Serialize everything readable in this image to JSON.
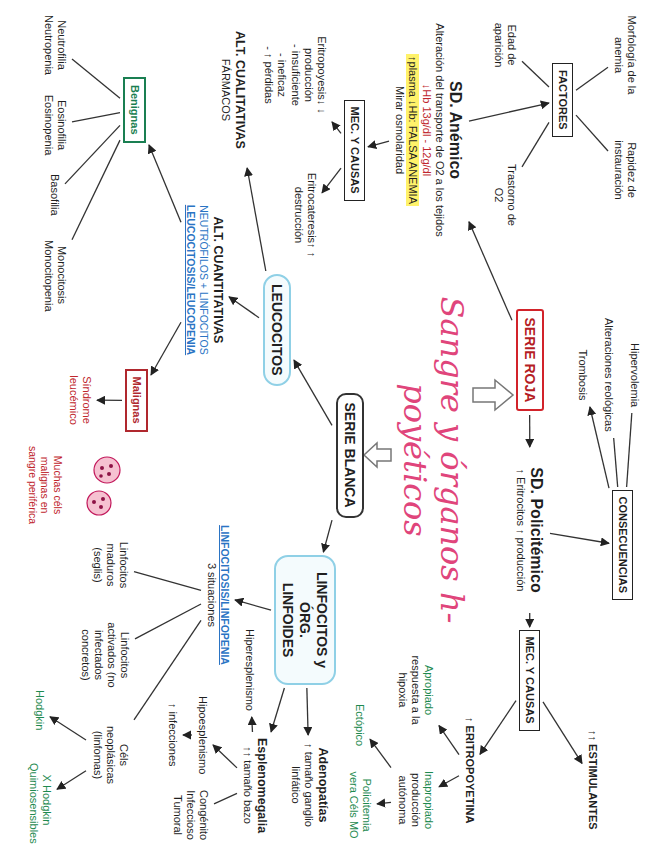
{
  "diagram": {
    "title": "Sangre y órganos h-poyéticos",
    "nodes": [
      {
        "text": [
          "SERIE ROJA"
        ]
      },
      {
        "text": [
          "SD. Anémico",
          "Alteración del transporte de O2 a los tejidos",
          "↓Hb 13g/dl - 12g/dl",
          "↑plasma ↓Hb: FALSA ANEMIA",
          "Mirar osmolaridad"
        ]
      },
      {
        "text": [
          "FACTORES"
        ]
      },
      {
        "text": [
          "Morfología de la anemia"
        ]
      },
      {
        "text": [
          "Rapidez de instauración"
        ]
      },
      {
        "text": [
          "Edad de aparición"
        ]
      },
      {
        "text": [
          "Trastorno de O2"
        ]
      },
      {
        "text": [
          "MEC. Y CAUSAS"
        ]
      },
      {
        "text": [
          "Eritropoyesis↓ ↓ producción",
          "- insuficiente",
          "- ineficaz",
          "- ↑ pérdidas"
        ]
      },
      {
        "text": [
          "Eritrocateresis↑ ↑ destrucción"
        ]
      },
      {
        "text": [
          "SD. Policitémico",
          "↑ Eritrocitos ↑ producción"
        ]
      },
      {
        "text": [
          "CONSECUENCIAS"
        ]
      },
      {
        "text": [
          "Hipervolemia"
        ]
      },
      {
        "text": [
          "Alteraciones reológicas"
        ]
      },
      {
        "text": [
          "Trombosis"
        ]
      },
      {
        "text": [
          "MEC. Y CAUSAS"
        ]
      },
      {
        "text": [
          "↑↑ ESTIMULANTES"
        ]
      },
      {
        "text": [
          "↑ ERITROPOYETINA"
        ]
      },
      {
        "text": [
          "Apropiado",
          "respuesta a la hipoxia"
        ]
      },
      {
        "text": [
          "Inapropiado",
          "producción autónoma"
        ]
      },
      {
        "text": [
          "Ectópico"
        ]
      },
      {
        "text": [
          "Policitemia vera Céls MO"
        ]
      },
      {
        "text": [
          "SERIE BLANCA"
        ]
      },
      {
        "text": [
          "LEUCOCITOS"
        ]
      },
      {
        "text": [
          "ALT. CUALITATIVAS",
          "FÁRMACOS"
        ]
      },
      {
        "text": [
          "ALT. CUANTITATIVAS",
          "NEUTRÓFILOS + LINFOCITOS",
          "LEUCOCITOSIS/LEUCOPENIA"
        ]
      },
      {
        "text": [
          "Benignas"
        ]
      },
      {
        "text": [
          "Neutrofilia Neutropenia"
        ]
      },
      {
        "text": [
          "Eosinofilia Eosinopenia"
        ]
      },
      {
        "text": [
          "Basofilia"
        ]
      },
      {
        "text": [
          "Monocitosis Monocitopenia"
        ]
      },
      {
        "text": [
          "Malignas"
        ]
      },
      {
        "text": [
          "Síndrome leucémico"
        ]
      },
      {
        "text": [
          "LINFOCITOS y ÓRG. LINFOIDES"
        ]
      },
      {
        "text": [
          "Adenopatías",
          "↑ tamaño ganglio linfático"
        ]
      },
      {
        "text": [
          "Esplenomegalia",
          "↑↑ tamaño bazo"
        ]
      },
      {
        "text": [
          "Hiperesplenismo"
        ]
      },
      {
        "text": [
          "Hipoesplenismo"
        ]
      },
      {
        "text": [
          "↑ infecciones"
        ]
      },
      {
        "text": [
          "Congénito",
          "Infeccioso",
          "Tumoral"
        ]
      },
      {
        "text": [
          "LINFOCITOSIS/LINFOPENIA",
          "3 situaciones"
        ]
      },
      {
        "text": [
          "Linfocitos maduros (seglis)"
        ]
      },
      {
        "text": [
          "Linfocitos activados (no infectados concretos)"
        ]
      },
      {
        "text": [
          "Céls neoplásicas (linfomas)"
        ]
      },
      {
        "text": [
          "Hodgkin"
        ]
      },
      {
        "text": [
          "X Hodgkin Quimiosensibles"
        ]
      }
    ],
    "edges": [
      {
        "from": 0,
        "to": 1,
        "arrow": "to"
      },
      {
        "from": 0,
        "to": 10,
        "arrow": "to"
      },
      {
        "from": 1,
        "to": 2,
        "arrow": "to"
      },
      {
        "from": 2,
        "to": 3,
        "arrow": "none"
      },
      {
        "from": 2,
        "to": 4,
        "arrow": "none"
      },
      {
        "from": 2,
        "to": 5,
        "arrow": "none"
      },
      {
        "from": 2,
        "to": 6,
        "arrow": "none"
      },
      {
        "from": 1,
        "to": 7,
        "arrow": "to"
      },
      {
        "from": 7,
        "to": 8,
        "arrow": "to"
      },
      {
        "from": 7,
        "to": 9,
        "arrow": "to"
      },
      {
        "from": 10,
        "to": 11,
        "arrow": "to"
      },
      {
        "from": 11,
        "to": 12,
        "arrow": "none"
      },
      {
        "from": 11,
        "to": 13,
        "arrow": "none"
      },
      {
        "from": 11,
        "to": 14,
        "arrow": "to"
      },
      {
        "from": 10,
        "to": 15,
        "arrow": "to"
      },
      {
        "from": 15,
        "to": 16,
        "arrow": "to"
      },
      {
        "from": 15,
        "to": 17,
        "arrow": "to"
      },
      {
        "from": 17,
        "to": 18,
        "arrow": "to"
      },
      {
        "from": 17,
        "to": 19,
        "arrow": "to"
      },
      {
        "from": 19,
        "to": 20,
        "arrow": "to"
      },
      {
        "from": 19,
        "to": 21,
        "arrow": "to"
      },
      {
        "from": 22,
        "to": 23,
        "arrow": "to"
      },
      {
        "from": 22,
        "to": 33,
        "arrow": "to"
      },
      {
        "from": 23,
        "to": 24,
        "arrow": "to"
      },
      {
        "from": 23,
        "to": 25,
        "arrow": "to"
      },
      {
        "from": 25,
        "to": 26,
        "arrow": "to"
      },
      {
        "from": 25,
        "to": 31,
        "arrow": "to"
      },
      {
        "from": 26,
        "to": 27,
        "arrow": "none"
      },
      {
        "from": 26,
        "to": 28,
        "arrow": "none"
      },
      {
        "from": 26,
        "to": 29,
        "arrow": "none"
      },
      {
        "from": 26,
        "to": 30,
        "arrow": "none"
      },
      {
        "from": 31,
        "to": 32,
        "arrow": "to"
      },
      {
        "from": 33,
        "to": 34,
        "arrow": "to"
      },
      {
        "from": 33,
        "to": 35,
        "arrow": "to"
      },
      {
        "from": 35,
        "to": 36,
        "arrow": "to"
      },
      {
        "from": 35,
        "to": 37,
        "arrow": "to"
      },
      {
        "from": 37,
        "to": 38,
        "arrow": "to"
      },
      {
        "from": 35,
        "to": 39,
        "arrow": "none"
      },
      {
        "from": 33,
        "to": 40,
        "arrow": "to"
      },
      {
        "from": 40,
        "to": 41,
        "arrow": "none"
      },
      {
        "from": 40,
        "to": 42,
        "arrow": "none"
      },
      {
        "from": 40,
        "to": 43,
        "arrow": "none"
      },
      {
        "from": 43,
        "to": 44,
        "arrow": "to"
      },
      {
        "from": 43,
        "to": 45,
        "arrow": "to"
      }
    ],
    "labels": [
      "Muchas céls malignas en sangre periférica"
    ]
  }
}
